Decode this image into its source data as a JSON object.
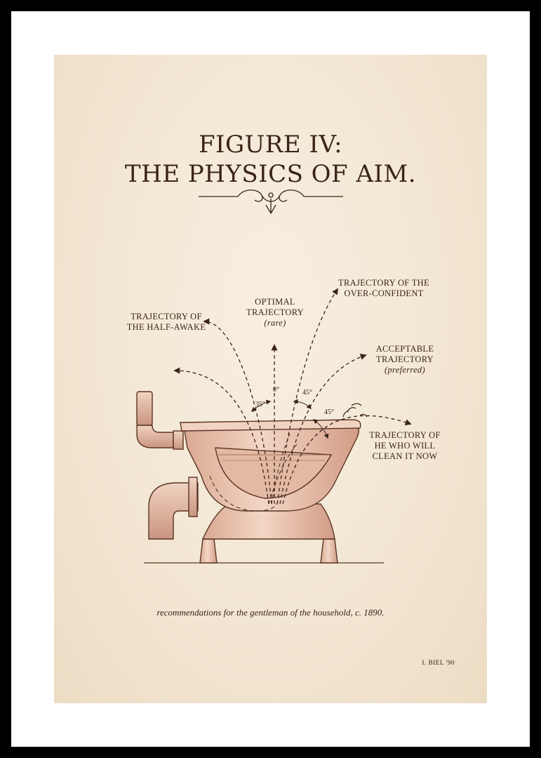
{
  "title": {
    "line1": "FIGURE IV:",
    "line2": "THE PHYSICS OF AIM."
  },
  "labels": {
    "half_awake": [
      "TRAJECTORY OF",
      "THE HALF-AWAKE"
    ],
    "optimal": [
      "OPTIMAL",
      "TRAJECTORY"
    ],
    "optimal_note": "(rare)",
    "over_confident": [
      "TRAJECTORY OF THE",
      "OVER-CONFIDENT"
    ],
    "acceptable": [
      "ACCEPTABLE",
      "TRAJECTORY"
    ],
    "acceptable_note": "(preferred)",
    "cleaner": [
      "TRAJECTORY OF",
      "HE WHO WILL",
      "CLEAN IT NOW"
    ]
  },
  "angles": {
    "a35": "35°",
    "a0": "0°",
    "a45_left": "45°",
    "a45_right": "45°"
  },
  "caption": "recommendations for the gentleman of the household, c. 1890.",
  "signature": "I. BIEL '90",
  "colors": {
    "ink": "#3a2418",
    "paper": "#f2e6d2",
    "porcelain": "#e9c3ad",
    "frame": "#000000"
  }
}
